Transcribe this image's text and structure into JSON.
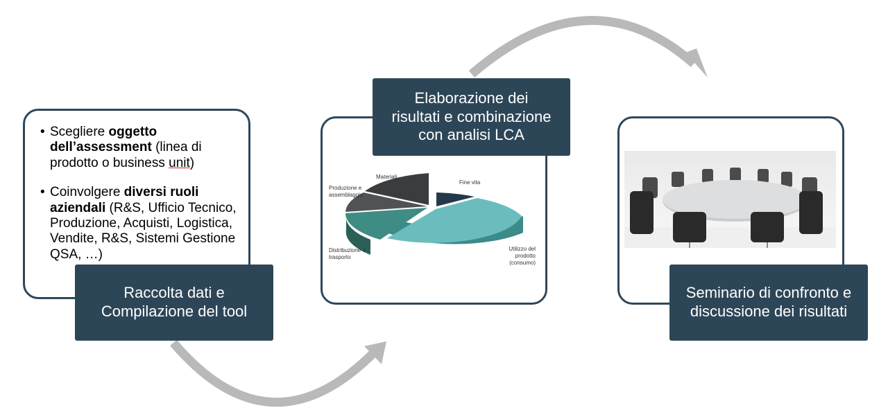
{
  "steps": [
    {
      "label": "Raccolta dati e\nCompilazione del tool"
    },
    {
      "label": "Elaborazione dei\nrisultati e combinazione\ncon analisi LCA"
    },
    {
      "label": "Seminario di confronto e\ndiscussione dei risultati"
    }
  ],
  "bullets": [
    {
      "pre": "Scegliere ",
      "bold": "oggetto dell’assessment",
      "post": " (linea di prodotto o business ",
      "underlined": "unit",
      "end": ")"
    },
    {
      "pre": "Coinvolgere ",
      "bold": "diversi ruoli aziendali",
      "post": " (R&S, Ufficio Tecnico, Produzione, Acquisti, Logistica, Vendite, R&S, Sistemi Gestione QSA, …)",
      "underlined": "",
      "end": ""
    }
  ],
  "pie_labels": {
    "materiali": "Materiali",
    "fine_vita": "Fine vita",
    "produzione": "Produzione e\nassemblaggio",
    "distribuzione": "Distribuzione e\ntrasporto",
    "utilizzo": "Utilizzo del\nprodotto\n(consumo)"
  },
  "colors": {
    "label_bg": "#2d4657",
    "card_border": "#2e475a",
    "arrow": "#b8b9bb",
    "slice_utilizzo": "#6bbdbd",
    "slice_distribuzione": "#3f8c84",
    "slice_materiali": "#3a3c3e",
    "slice_fine_vita": "#23394a"
  }
}
